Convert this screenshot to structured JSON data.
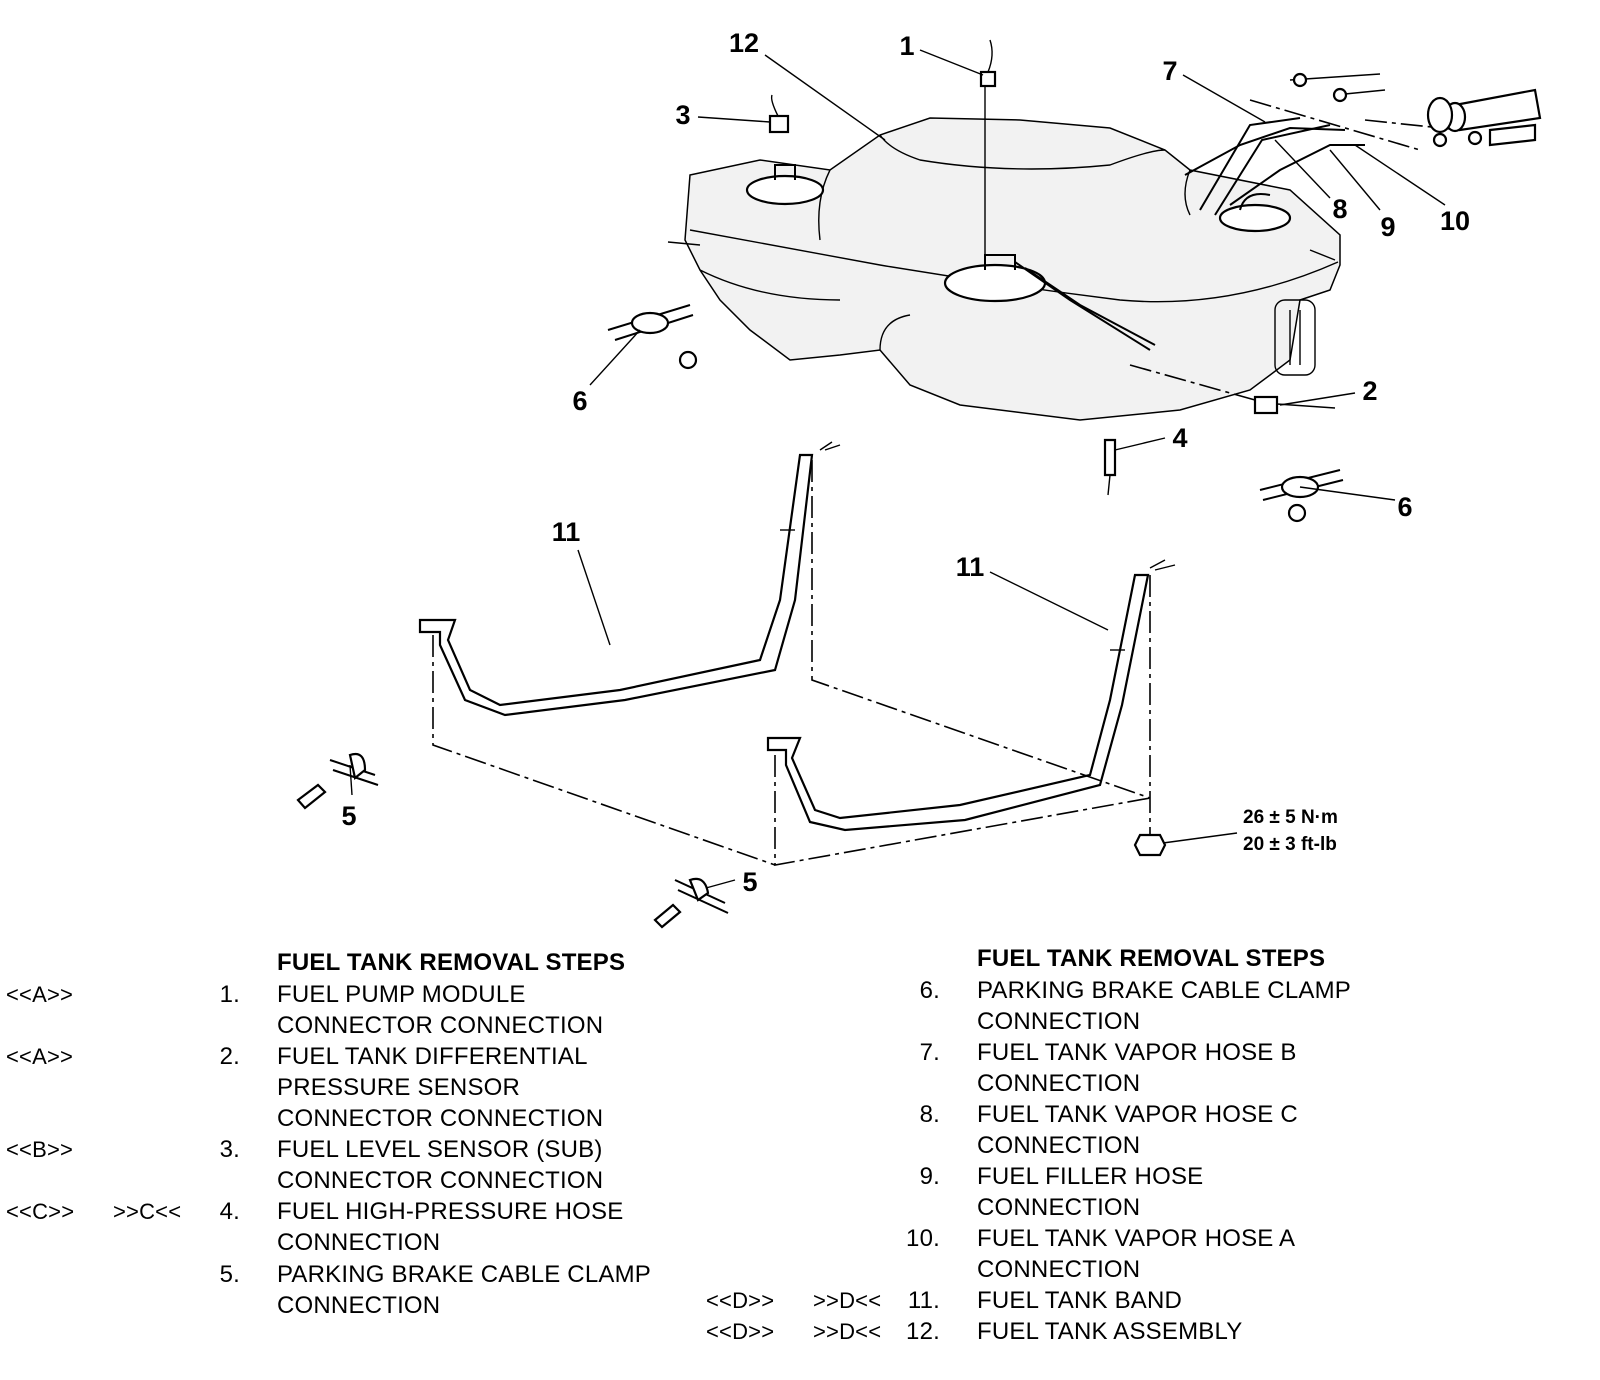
{
  "diagram": {
    "callouts": [
      "1",
      "2",
      "3",
      "4",
      "5",
      "5",
      "6",
      "6",
      "7",
      "8",
      "9",
      "10",
      "11",
      "11",
      "12"
    ],
    "torque": [
      "26 ± 5 N·m",
      "20 ± 3 ft-lb"
    ]
  },
  "left_column": {
    "heading": "FUEL TANK REMOVAL STEPS",
    "steps": [
      {
        "code_a": "<<A>>",
        "code_b": "",
        "num": "1.",
        "lines": [
          "FUEL PUMP MODULE",
          "CONNECTOR CONNECTION"
        ]
      },
      {
        "code_a": "<<A>>",
        "code_b": "",
        "num": "2.",
        "lines": [
          "FUEL TANK DIFFERENTIAL",
          "PRESSURE SENSOR",
          "CONNECTOR CONNECTION"
        ]
      },
      {
        "code_a": "<<B>>",
        "code_b": "",
        "num": "3.",
        "lines": [
          "FUEL LEVEL SENSOR (SUB)",
          "CONNECTOR CONNECTION"
        ]
      },
      {
        "code_a": "<<C>>",
        "code_b": ">>C<<",
        "num": "4.",
        "lines": [
          "FUEL HIGH-PRESSURE HOSE",
          "CONNECTION"
        ]
      },
      {
        "code_a": "",
        "code_b": "",
        "num": "5.",
        "lines": [
          "PARKING BRAKE CABLE CLAMP",
          "CONNECTION"
        ]
      }
    ]
  },
  "right_column": {
    "heading": "FUEL TANK REMOVAL STEPS",
    "steps": [
      {
        "code_a": "",
        "code_b": "",
        "num": "6.",
        "lines": [
          "PARKING BRAKE CABLE CLAMP",
          "CONNECTION"
        ]
      },
      {
        "code_a": "",
        "code_b": "",
        "num": "7.",
        "lines": [
          "FUEL TANK VAPOR HOSE B",
          "CONNECTION"
        ]
      },
      {
        "code_a": "",
        "code_b": "",
        "num": "8.",
        "lines": [
          "FUEL TANK VAPOR HOSE C",
          "CONNECTION"
        ]
      },
      {
        "code_a": "",
        "code_b": "",
        "num": "9.",
        "lines": [
          "FUEL FILLER HOSE",
          "CONNECTION"
        ]
      },
      {
        "code_a": "",
        "code_b": "",
        "num": "10.",
        "lines": [
          "FUEL TANK VAPOR HOSE A",
          "CONNECTION"
        ]
      },
      {
        "code_a": "<<D>>",
        "code_b": ">>D<<",
        "num": "11.",
        "lines": [
          "FUEL TANK BAND"
        ]
      },
      {
        "code_a": "<<D>>",
        "code_b": ">>D<<",
        "num": "12.",
        "lines": [
          "FUEL TANK ASSEMBLY"
        ]
      }
    ]
  }
}
